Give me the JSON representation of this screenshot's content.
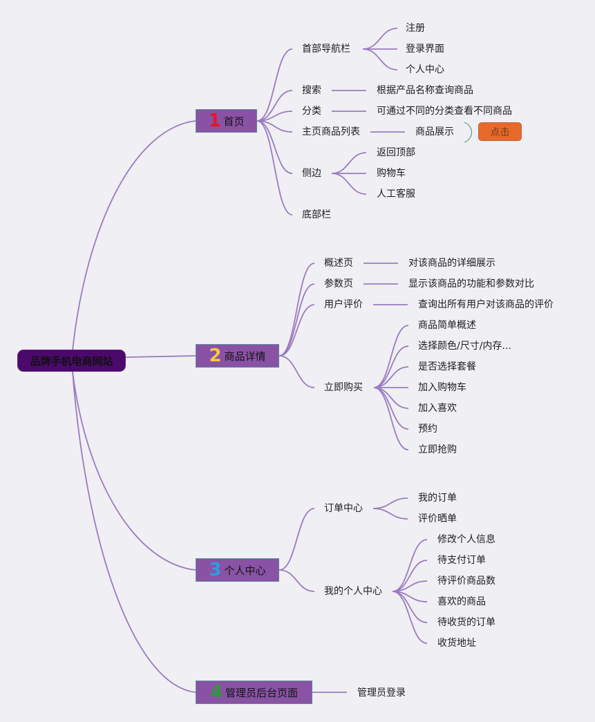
{
  "colors": {
    "background": "#f0eff3",
    "line": "#9a7bc0",
    "root_fill": "#4b0a6b",
    "main_fill": "#8952a5",
    "main_border": "#5e8a99",
    "button_fill": "#e76a2c",
    "bracket": "#5a9a8a"
  },
  "root": {
    "label": "品牌手机电商网站"
  },
  "branches": [
    {
      "num": "1",
      "num_color": "#e0182d",
      "title": "首页",
      "children": [
        {
          "label": "首部导航栏",
          "children": [
            "注册",
            "登录界面",
            "个人中心"
          ]
        },
        {
          "label": "搜索",
          "children": [
            "根据产品名称查询商品"
          ]
        },
        {
          "label": "分类",
          "children": [
            "可通过不同的分类查看不同商品"
          ]
        },
        {
          "label": "主页商品列表",
          "children": [
            "商品展示"
          ]
        },
        {
          "label": "侧边",
          "children": [
            "返回顶部",
            "购物车",
            "人工客服"
          ]
        },
        {
          "label": "底部栏",
          "children": []
        }
      ]
    },
    {
      "num": "2",
      "num_color": "#f4c842",
      "title": "商品详情",
      "children": [
        {
          "label": "概述页",
          "children": [
            "对该商品的详细展示"
          ]
        },
        {
          "label": "参数页",
          "children": [
            "显示该商品的功能和参数对比"
          ]
        },
        {
          "label": "用户评价",
          "children": [
            "查询出所有用户对该商品的评价"
          ]
        },
        {
          "label": "立即购买",
          "children": [
            "商品简单概述",
            "选择颜色/尺寸/内存...",
            "是否选择套餐",
            "加入购物车",
            "加入喜欢",
            "预约",
            "立即抢购"
          ]
        }
      ]
    },
    {
      "num": "3",
      "num_color": "#2a9ee0",
      "title": "个人中心",
      "children": [
        {
          "label": "订单中心",
          "children": [
            "我的订单",
            "评价晒单"
          ]
        },
        {
          "label": "我的个人中心",
          "children": [
            "修改个人信息",
            "待支付订单",
            "待评价商品数",
            "喜欢的商品",
            "待收货的订单",
            "收货地址"
          ]
        }
      ]
    },
    {
      "num": "4",
      "num_color": "#2e9a36",
      "title": "管理员后台页面",
      "children": [
        {
          "label": "管理员登录",
          "children": []
        }
      ]
    }
  ],
  "action_button": {
    "label": "点击",
    "icon": "bracket-connector"
  }
}
